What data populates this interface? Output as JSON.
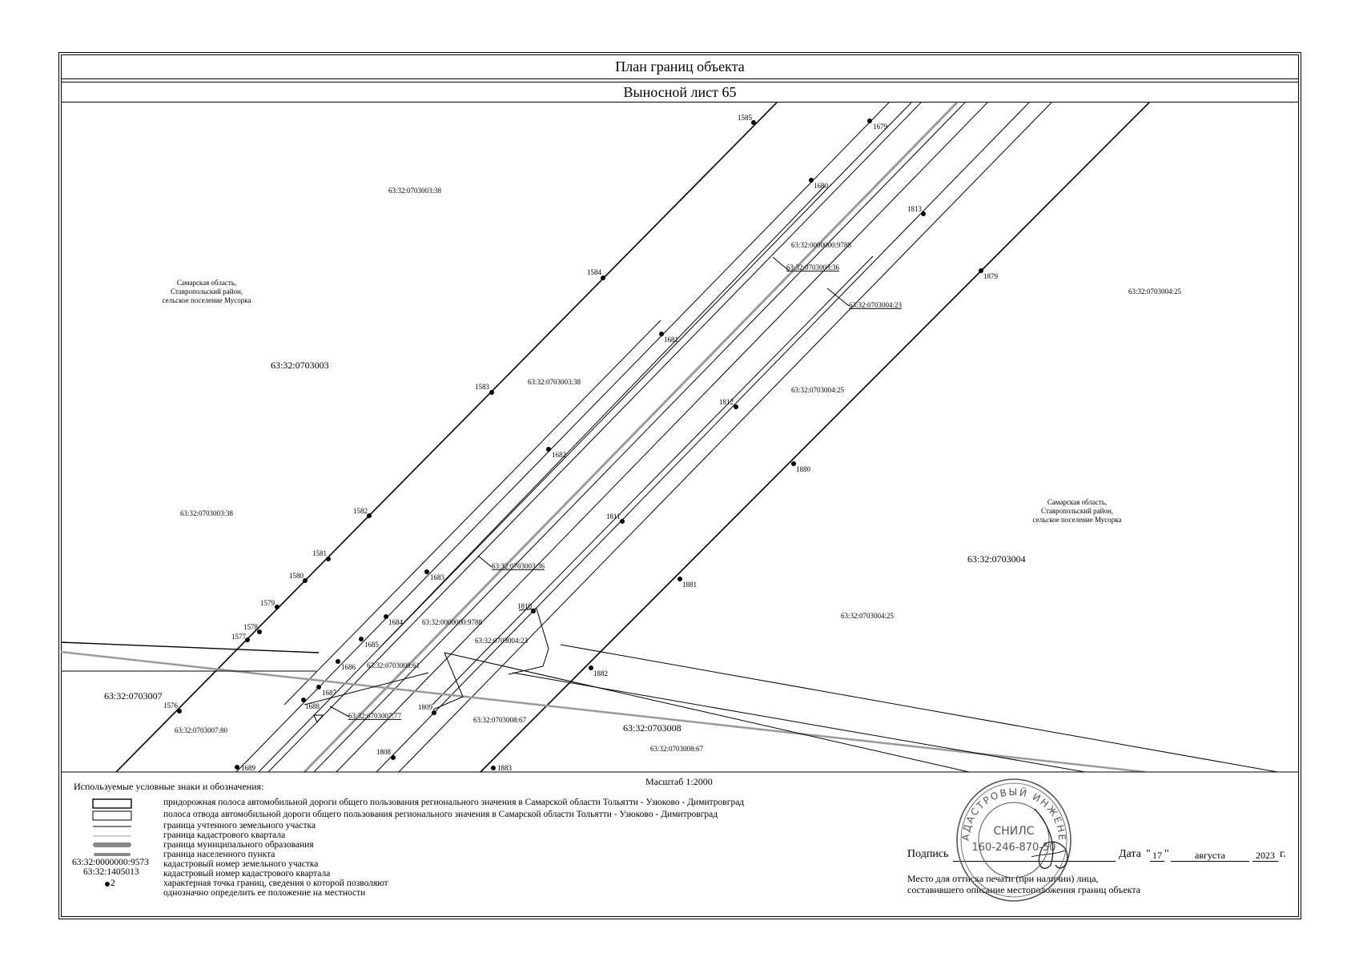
{
  "header": {
    "title": "План границ объекта",
    "subtitle": "Выносной лист 65"
  },
  "map": {
    "quarters": [
      "63:32:0703003",
      "63:32:0703004",
      "63:32:0703007",
      "63:32:0703008"
    ],
    "settlement_label_left": [
      "Самарская область,",
      "Ставропольский район,",
      "сельское поселение Мусорка"
    ],
    "settlement_label_right": [
      "Самарская область,",
      "Ставропольский район,",
      "сельское поселение Мусорка"
    ],
    "parcel_labels": {
      "p1": "63:32:0703003:38",
      "p2": "63:32:0703003:38",
      "p3": "63:32:0703003:38",
      "p4": "63:32:0000000:9788",
      "p5": "63:32:0703003:36",
      "p6": "63:32:0703004:23",
      "p7": "63:32:0703004:25",
      "p8": "63:32:0703004:25",
      "p9": "63:32:0703004:25",
      "p10": "63:32:0703003:36",
      "p11": "63:32:0000000:9788",
      "p12": "63:32:0703004:23",
      "p13": "63:32:0703008:61",
      "p14": "63:32:0703007:77",
      "p15": "63:32:0703007:80",
      "p16": "63:32:0703008:67",
      "p17": "63:32:0703008:67"
    },
    "points": {
      "pt1576": "1576",
      "pt1577": "1577",
      "pt1578": "1578",
      "pt1579": "1579",
      "pt1580": "1580",
      "pt1581": "1581",
      "pt1582": "1582",
      "pt1583": "1583",
      "pt1584": "1584",
      "pt1585": "1585",
      "pt1679": "1679",
      "pt1680": "1680",
      "pt1681": "1681",
      "pt1682": "1682",
      "pt1683": "1683",
      "pt1684": "1684",
      "pt1685": "1685",
      "pt1686": "1686",
      "pt1687": "1687",
      "pt1688": "1688",
      "pt1689": "1689",
      "pt1808": "1808",
      "pt1809": "1809",
      "pt1810": "1810",
      "pt1811": "1811",
      "pt1812": "1812",
      "pt1813": "1813",
      "pt1879": "1879",
      "pt1880": "1880",
      "pt1881": "1881",
      "pt1882": "1882",
      "pt1883": "1883"
    }
  },
  "legend": {
    "title": "Используемые условные знаки и обозначения:",
    "scale": "Масштаб 1:2000",
    "items": [
      "придорожная полоса автомобильной дороги общего пользования регионального значения в Самарской области Тольятти - Узюково - Димитровград",
      "полоса отвода автомобильной дороги общего пользования регионального значения в Самарской области Тольятти - Узюково - Димитровград",
      "граница учтенного земельного участка",
      "граница кадастрового квартала",
      "граница муниципального образования",
      "граница населенного пункта",
      "кадастровый номер земельного участка",
      "кадастровый номер кадастрового квартала",
      "характерная точка границ, сведения о которой позволяют",
      "однозначно определить ее положение на местности"
    ],
    "sample_parcel_code": "63:32:0000000:9573",
    "sample_quarter_code": "63:32:1405013",
    "sample_point": "2"
  },
  "signature": {
    "label": "Подпись",
    "date_label": "Дата",
    "day": "17",
    "month": "августа",
    "year": "2023",
    "year_suffix": "г.",
    "stamp_note_1": "Место для оттиска печати (при наличии) лица,",
    "stamp_note_2": "составившего описание местоположения границ объекта",
    "stamp_text_top": "КАДАСТРОВЫЙ ИНЖЕНЕР",
    "stamp_snils_label": "СНИЛС",
    "stamp_snils": "160-246-870-50"
  }
}
